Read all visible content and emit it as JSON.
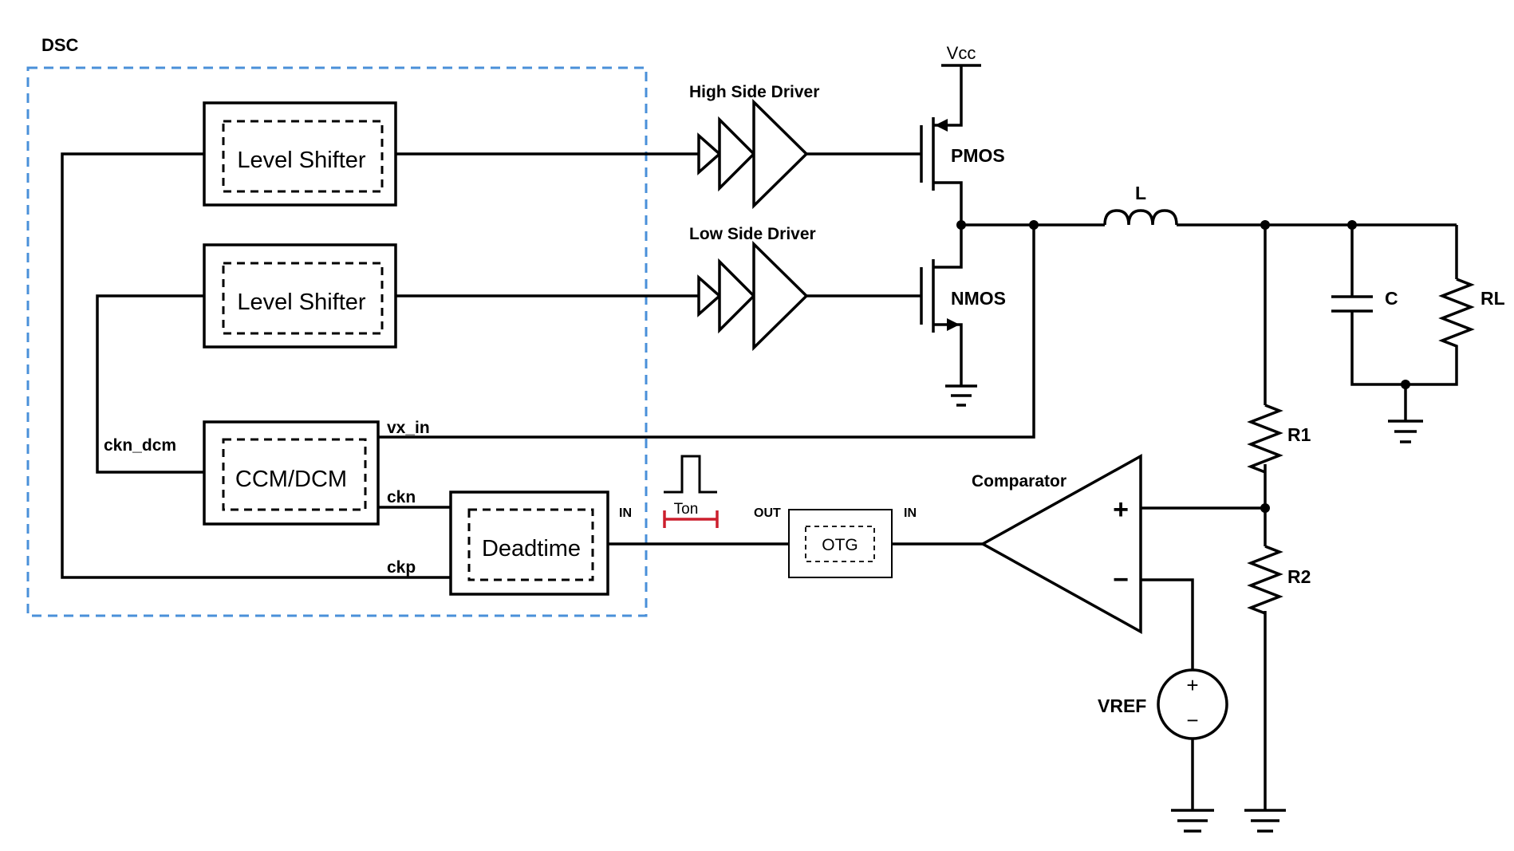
{
  "labels": {
    "dsc": "DSC",
    "vcc": "Vcc",
    "high_side_driver": "High Side Driver",
    "low_side_driver": "Low Side Driver",
    "pmos": "PMOS",
    "nmos": "NMOS",
    "inductor": "L",
    "capacitor": "C",
    "load_resistor": "RL",
    "r1": "R1",
    "r2": "R2",
    "comparator": "Comparator",
    "plus_sign": "+",
    "minus_sign": "−",
    "vref": "VREF",
    "vref_plus": "+",
    "vref_minus": "−",
    "level_shifter_top": "Level Shifter",
    "level_shifter_bottom": "Level Shifter",
    "ccm_dcm": "CCM/DCM",
    "deadtime": "Deadtime",
    "otg": "OTG",
    "vx_in": "vx_in",
    "ckn_dcm": "ckn_dcm",
    "ckn": "ckn",
    "ckp": "ckp",
    "deadtime_in": "IN",
    "otg_out": "OUT",
    "otg_in": "IN",
    "ton": "Ton"
  },
  "colors": {
    "wire": "#000000",
    "dsc_frame": "#4a90d9",
    "ton_marker": "#cc1f2d"
  }
}
